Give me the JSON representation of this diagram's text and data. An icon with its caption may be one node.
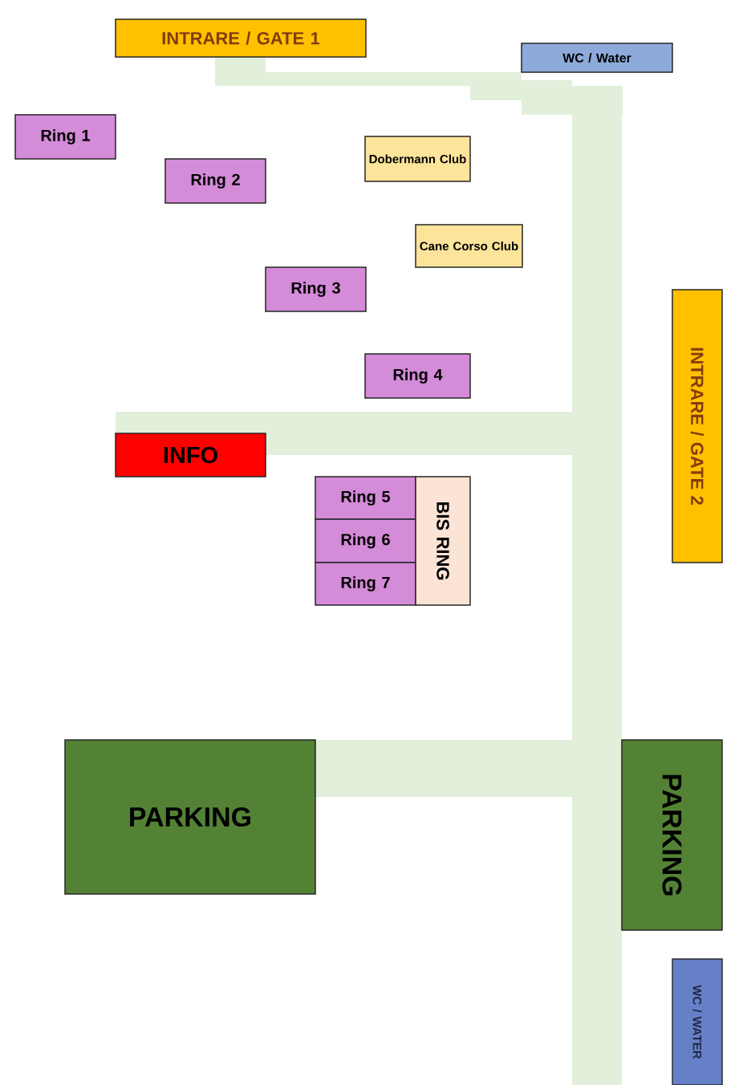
{
  "diagram": {
    "nodes": [
      {
        "text": [
          "INTRARE / GATE 1"
        ]
      },
      {
        "text": [
          "WC / Water"
        ]
      },
      {
        "text": [
          "Ring 1"
        ]
      },
      {
        "text": [
          "Ring 2"
        ]
      },
      {
        "text": [
          "Dobermann Club"
        ]
      },
      {
        "text": [
          "Cane Corso Club"
        ]
      },
      {
        "text": [
          "Ring 3"
        ]
      },
      {
        "text": [
          "INTRARE / GATE 2"
        ]
      },
      {
        "text": [
          "Ring 4"
        ]
      },
      {
        "text": [
          "INFO"
        ]
      },
      {
        "text": [
          "Ring 5"
        ]
      },
      {
        "text": [
          "Ring 6"
        ]
      },
      {
        "text": [
          "Ring 7"
        ]
      },
      {
        "text": [
          "BIS RING"
        ]
      },
      {
        "text": [
          "PARKING"
        ]
      },
      {
        "text": [
          "PARKING"
        ]
      },
      {
        "text": [
          "WC / WATER"
        ]
      }
    ]
  }
}
